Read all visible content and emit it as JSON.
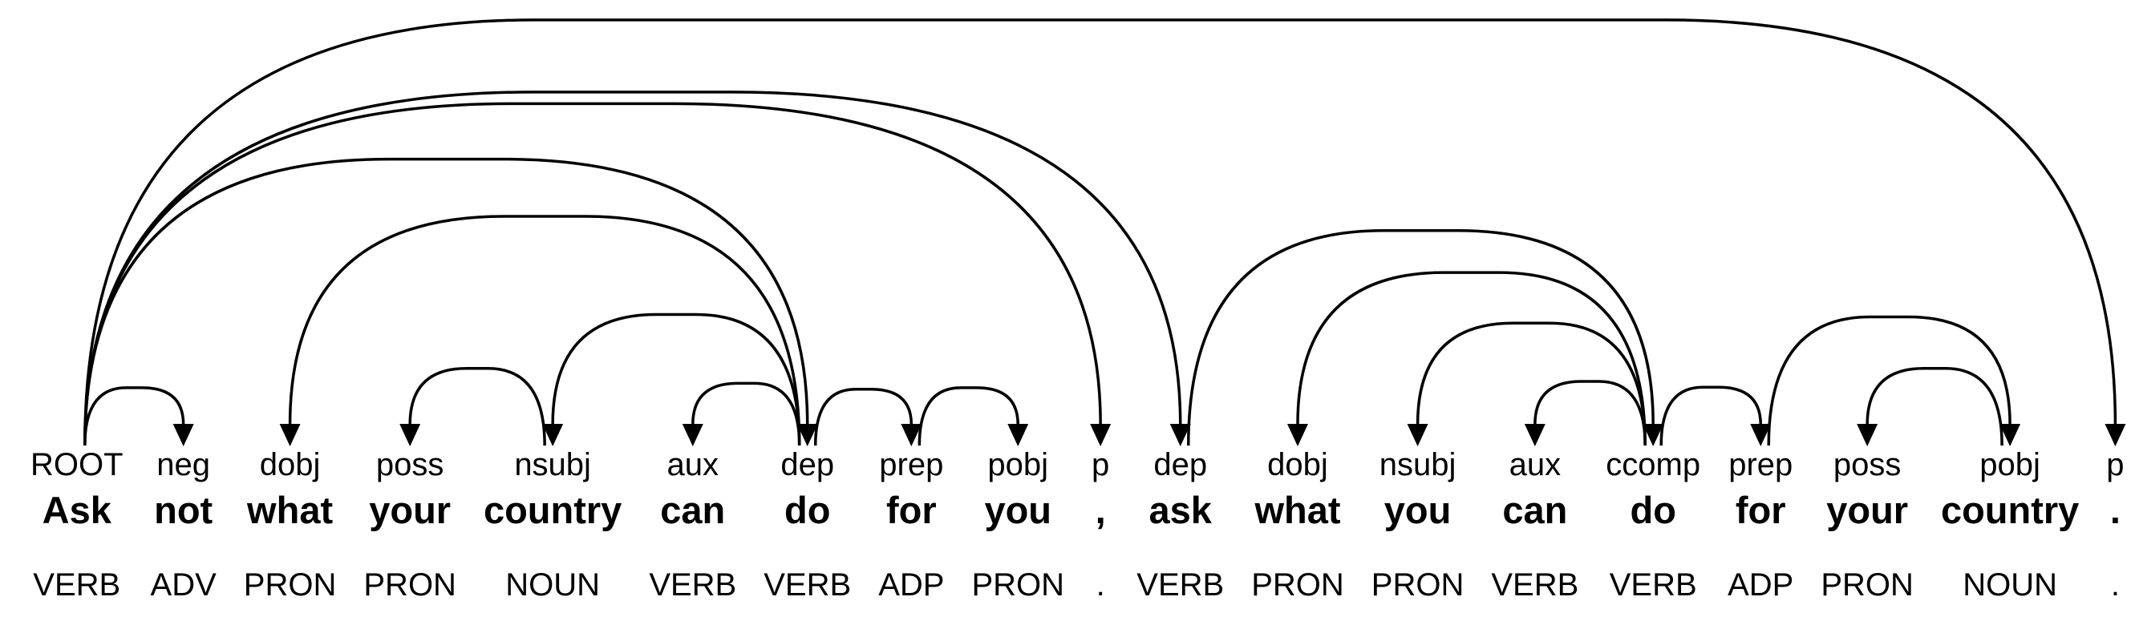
{
  "diagram": {
    "kind": "dependency-parse",
    "sentence": "Ask not what your country can do for you , ask what you can do for your country .",
    "colors": {
      "background": "#ffffff",
      "line": "#000000",
      "text": "#000000"
    },
    "tokens": [
      {
        "label": "ROOT",
        "text": "Ask",
        "pos": "VERB"
      },
      {
        "label": "neg",
        "text": "not",
        "pos": "ADV"
      },
      {
        "label": "dobj",
        "text": "what",
        "pos": "PRON"
      },
      {
        "label": "poss",
        "text": "your",
        "pos": "PRON"
      },
      {
        "label": "nsubj",
        "text": "country",
        "pos": "NOUN"
      },
      {
        "label": "aux",
        "text": "can",
        "pos": "VERB"
      },
      {
        "label": "dep",
        "text": "do",
        "pos": "VERB"
      },
      {
        "label": "prep",
        "text": "for",
        "pos": "ADP"
      },
      {
        "label": "pobj",
        "text": "you",
        "pos": "PRON"
      },
      {
        "label": "p",
        "text": ",",
        "pos": "."
      },
      {
        "label": "dep",
        "text": "ask",
        "pos": "VERB"
      },
      {
        "label": "dobj",
        "text": "what",
        "pos": "PRON"
      },
      {
        "label": "nsubj",
        "text": "you",
        "pos": "PRON"
      },
      {
        "label": "aux",
        "text": "can",
        "pos": "VERB"
      },
      {
        "label": "ccomp",
        "text": "do",
        "pos": "VERB"
      },
      {
        "label": "prep",
        "text": "for",
        "pos": "ADP"
      },
      {
        "label": "poss",
        "text": "your",
        "pos": "PRON"
      },
      {
        "label": "pobj",
        "text": "country",
        "pos": "NOUN"
      },
      {
        "label": "p",
        "text": ".",
        "pos": "."
      }
    ],
    "arcs": [
      {
        "head": 0,
        "dep": 1,
        "label": "neg"
      },
      {
        "head": 6,
        "dep": 2,
        "label": "dobj"
      },
      {
        "head": 4,
        "dep": 3,
        "label": "poss"
      },
      {
        "head": 6,
        "dep": 4,
        "label": "nsubj"
      },
      {
        "head": 6,
        "dep": 5,
        "label": "aux"
      },
      {
        "head": 0,
        "dep": 6,
        "label": "dep"
      },
      {
        "head": 6,
        "dep": 7,
        "label": "prep"
      },
      {
        "head": 7,
        "dep": 8,
        "label": "pobj"
      },
      {
        "head": 0,
        "dep": 9,
        "label": "p"
      },
      {
        "head": 0,
        "dep": 10,
        "label": "dep"
      },
      {
        "head": 14,
        "dep": 11,
        "label": "dobj"
      },
      {
        "head": 14,
        "dep": 12,
        "label": "nsubj"
      },
      {
        "head": 14,
        "dep": 13,
        "label": "aux"
      },
      {
        "head": 10,
        "dep": 14,
        "label": "ccomp"
      },
      {
        "head": 14,
        "dep": 15,
        "label": "prep"
      },
      {
        "head": 17,
        "dep": 16,
        "label": "poss"
      },
      {
        "head": 15,
        "dep": 17,
        "label": "pobj"
      },
      {
        "head": 0,
        "dep": 18,
        "label": "p"
      }
    ]
  }
}
